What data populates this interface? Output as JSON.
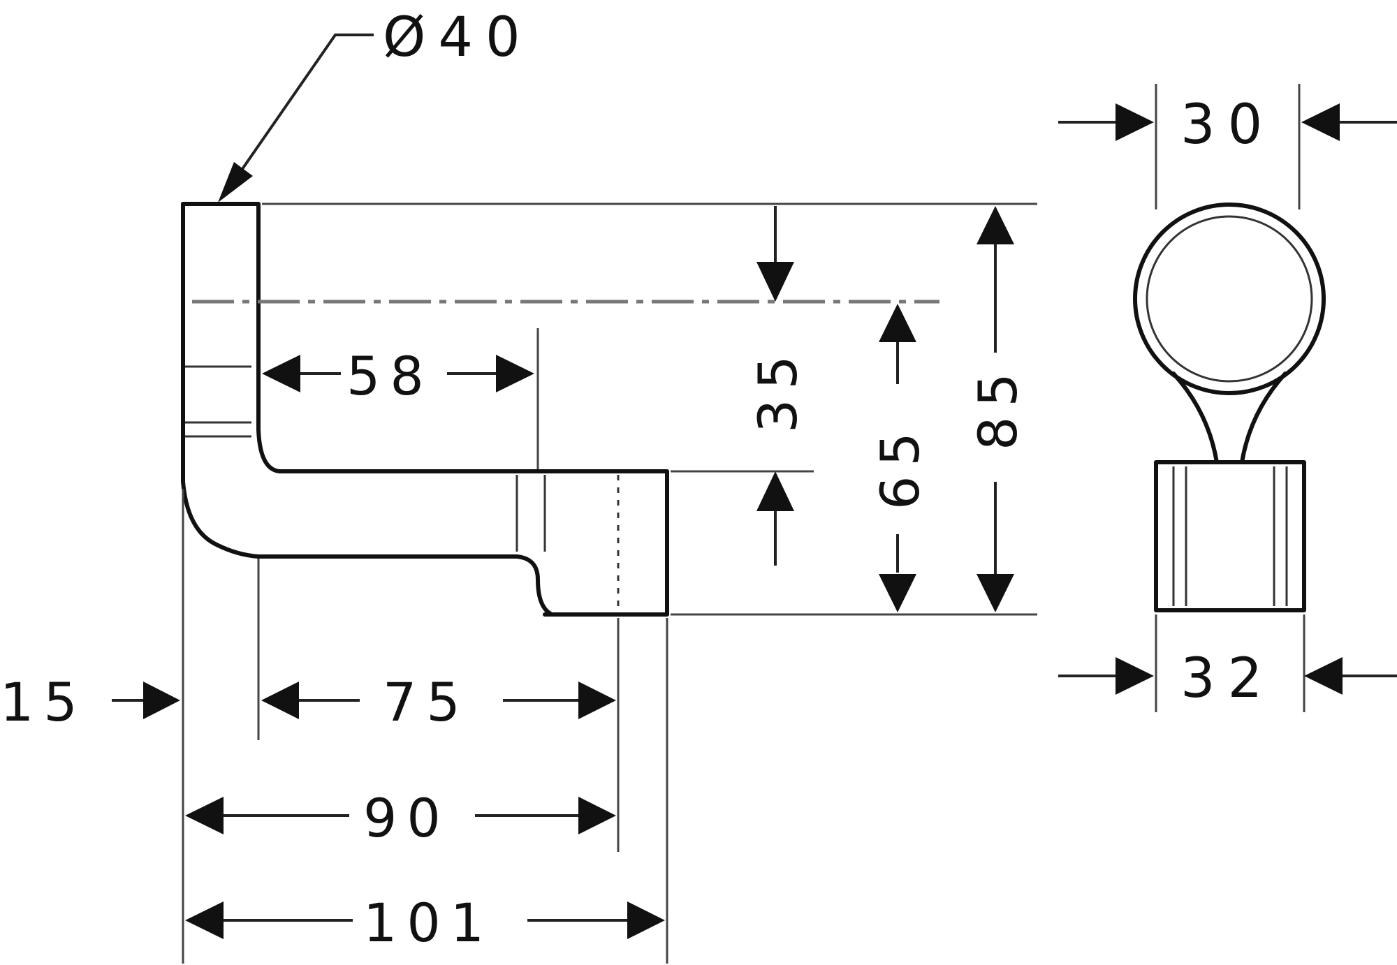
{
  "dimensions": {
    "diameter": "Ø40",
    "d_58": "58",
    "d_35": "35",
    "d_65": "65",
    "d_85": "85",
    "d_15": "15",
    "d_75": "75",
    "d_90": "90",
    "d_101": "101",
    "d_30": "30",
    "d_32": "32"
  }
}
